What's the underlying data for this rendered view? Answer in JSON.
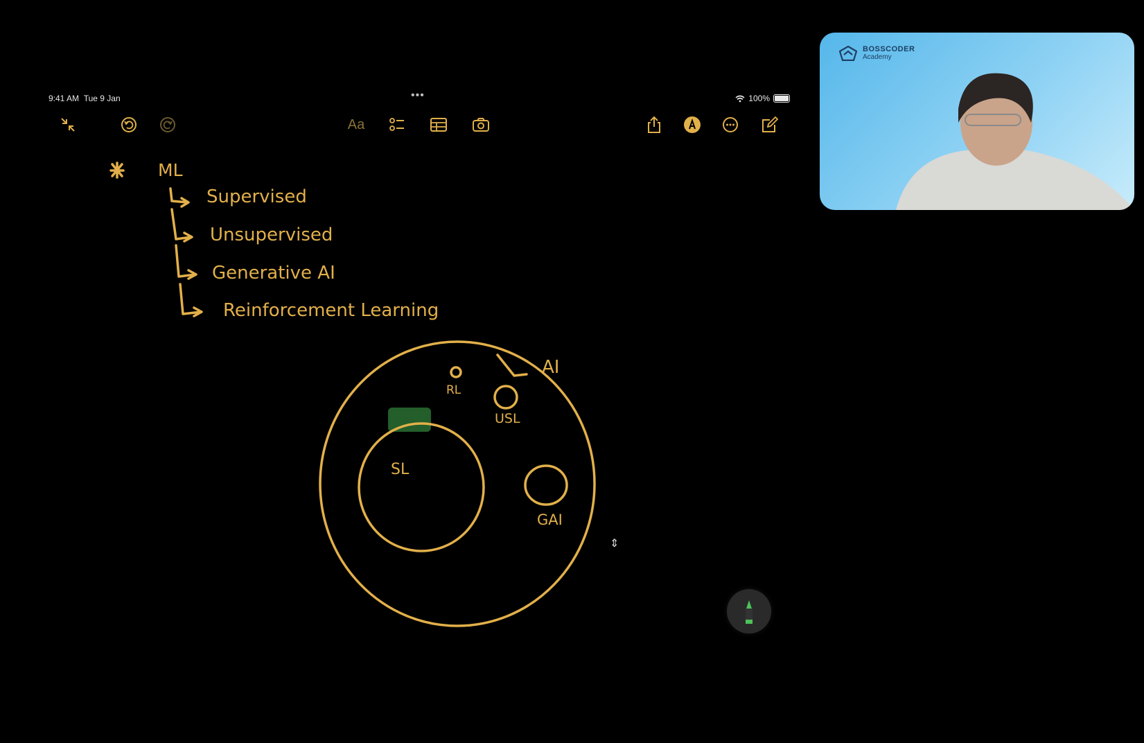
{
  "status_bar": {
    "time": "9:41 AM",
    "date": "Tue 9 Jan",
    "battery": "100%"
  },
  "toolbar": {
    "collapse_icon": "collapse-arrows-icon",
    "undo_icon": "undo-icon",
    "redo_icon": "redo-icon",
    "text_format_label": "Aa",
    "checklist_icon": "checklist-icon",
    "table_icon": "table-icon",
    "camera_icon": "camera-icon",
    "share_icon": "share-icon",
    "markup_icon": "markup-pen-icon",
    "more_icon": "more-ellipsis-icon",
    "compose_icon": "compose-icon"
  },
  "note": {
    "heading": "ML",
    "items": [
      "Supervised",
      "Unsupervised",
      "Generative AI",
      "Reinforcement Learning"
    ],
    "diagram": {
      "outer": "AI",
      "rl": "RL",
      "usl": "USL",
      "sl": "SL",
      "gai": "GAI"
    }
  },
  "video_overlay": {
    "brand": "BOSSCODER",
    "brand_sub": "Academy"
  },
  "colors": {
    "ink": "#e2b04a",
    "background": "#000000"
  }
}
